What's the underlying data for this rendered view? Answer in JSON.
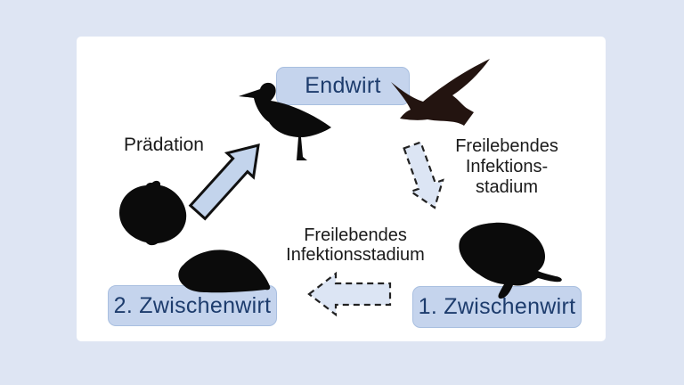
{
  "nodes": {
    "endwirt": {
      "label": "Endwirt"
    },
    "zwischenwirt2": {
      "label": "2. Zwischenwirt"
    },
    "zwischenwirt1": {
      "label": "1. Zwischenwirt"
    }
  },
  "annotations": {
    "praedation": {
      "label": "Prädation"
    },
    "free_stage_right": {
      "line1": "Freilebendes",
      "line2": "Infektions-",
      "line3": "stadium"
    },
    "free_stage_center": {
      "line1": "Freilebendes",
      "line2": "Infektionsstadium"
    }
  },
  "icons": {
    "wading_bird": "wading-bird-silhouette",
    "flying_gull": "flying-gull-silhouette",
    "cockle": "cockle-shell-silhouette",
    "mussel": "mussel-silhouette",
    "snail": "snail-silhouette",
    "predation_arrow": "solid-arrow-up-right",
    "infection_arrow_down": "dashed-arrow-down",
    "infection_arrow_left": "dashed-arrow-left"
  },
  "colors": {
    "background": "#dee5f3",
    "panel": "#ffffff",
    "node_fill": "#c5d4ed",
    "node_border": "#a9bfe0",
    "node_text": "#1d3c6d",
    "annotation_text": "#1a1a1a",
    "solid_arrow_fill": "#c3d4ec",
    "dashed_arrow_fill": "#dce5f4",
    "silhouette": "#0b0b0b"
  }
}
